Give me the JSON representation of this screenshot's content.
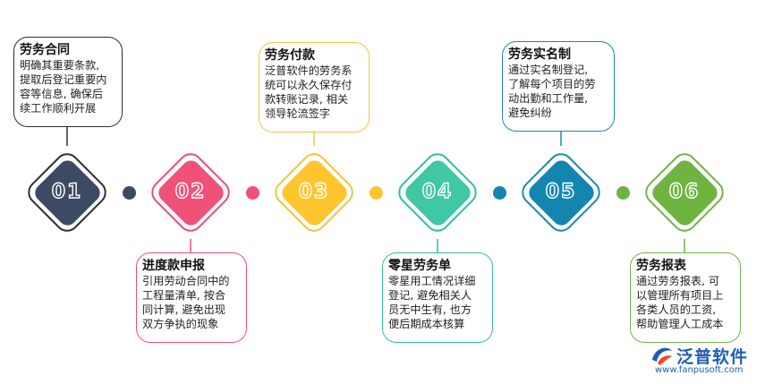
{
  "steps": [
    {
      "number": "01",
      "color": "#3d4a63",
      "border": "#2f2f2f",
      "title": "劳务合同",
      "lines": [
        "明确其重要条款,",
        "提取后登记重要内",
        "容等信息, 确保后",
        "续工作顺利开展"
      ]
    },
    {
      "number": "02",
      "color": "#f0517a",
      "border": "#e94f7b",
      "title": "进度款申报",
      "lines": [
        "引用劳动合同中的",
        "工程量清单, 按合",
        "同计算, 避免出现",
        "双方争执的现象"
      ]
    },
    {
      "number": "03",
      "color": "#ffc52f",
      "border": "#f5c242",
      "title": "劳务付款",
      "lines": [
        "泛普软件的劳务系",
        "统可以永久保存付",
        "款转账记录, 相关",
        "领导轮流签字"
      ]
    },
    {
      "number": "04",
      "color": "#3fc7a6",
      "border": "#33bfa0",
      "title": "零星劳务单",
      "lines": [
        "零星用工情况详细",
        "登记, 避免相关人",
        "员无中生有, 也方",
        "便后期成本核算"
      ]
    },
    {
      "number": "05",
      "color": "#1386b0",
      "border": "#1f87b1",
      "title": "劳务实名制",
      "lines": [
        "通过实名制登记,",
        "了解每个项目的劳",
        "动出勤和工作量,",
        "避免纠纷"
      ]
    },
    {
      "number": "06",
      "color": "#6fb341",
      "border": "#74b24a",
      "title": "劳务报表",
      "lines": [
        "通过劳务报表, 可",
        "以管理所有项目上",
        "各类人员的工资,",
        "帮助管理人工成本"
      ]
    }
  ],
  "connector_dots": [
    "#3d4a63",
    "#f0517a",
    "#ffc52f",
    "#1386b0",
    "#6fb341"
  ],
  "logo": {
    "name": "泛普软件",
    "url": "www.fanpusoft.com",
    "icon": "fanpu-logo-icon",
    "color": "#1f5db4"
  }
}
